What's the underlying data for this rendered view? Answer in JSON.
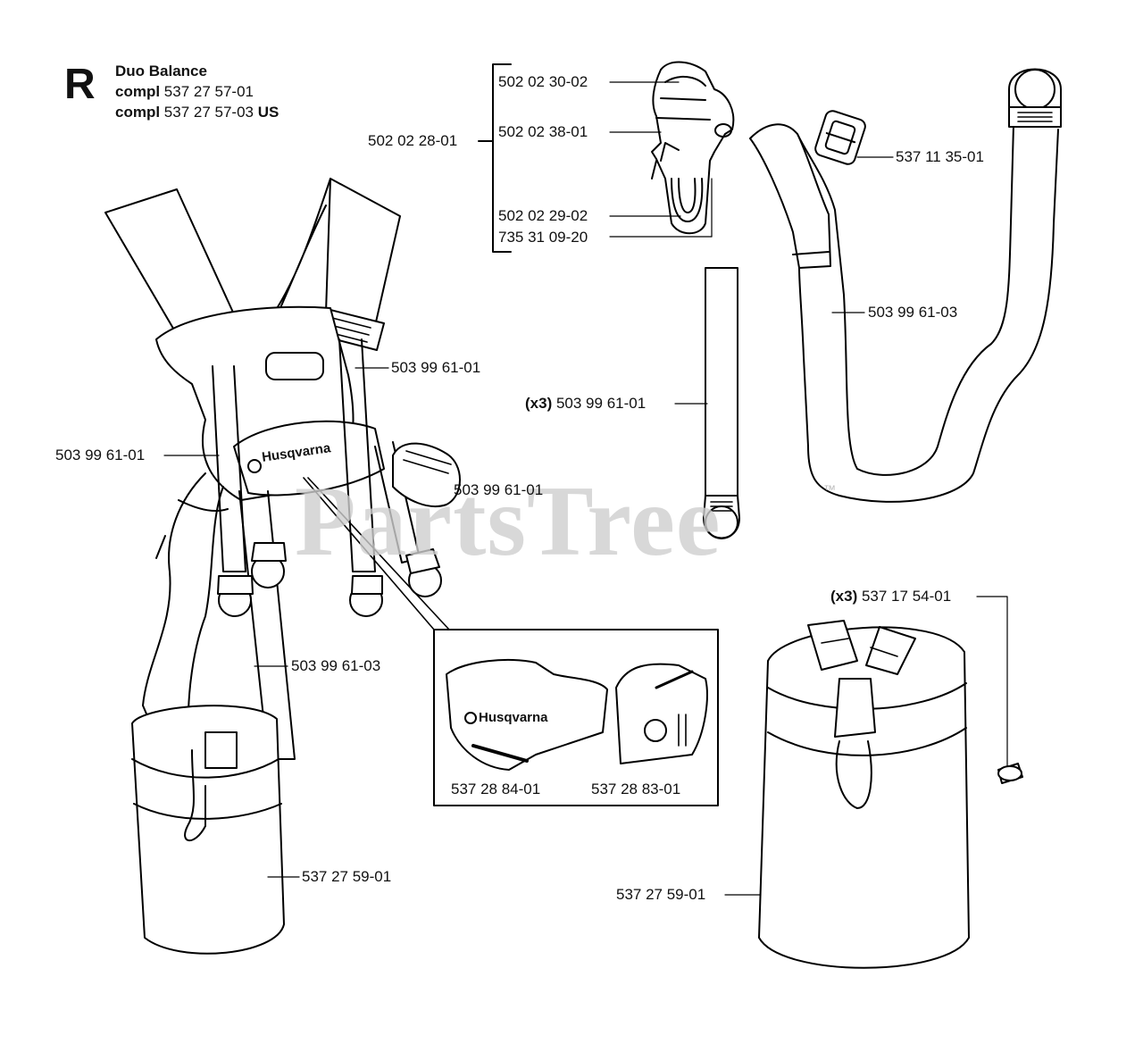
{
  "header": {
    "section_letter": "R",
    "title": "Duo Balance",
    "compl_word": "compl",
    "compl_1_number": "537 27 57-01",
    "compl_2_number": "537 27 57-03",
    "compl_2_suffix": "US"
  },
  "watermark": {
    "text": "PartsTree",
    "trademark": "™"
  },
  "logo_text": "Husqvarna",
  "qty_prefix": "(x3)",
  "callouts": {
    "clip_assembly": "502 02 28-01",
    "clip_cover": "502 02 30-02",
    "clip_pin": "502 02 38-01",
    "clip_hook": "502 02 29-02",
    "clip_spring": "735 31 09-20",
    "buckle": "537 11 35-01",
    "hip_strap": "503 99 61-03",
    "strap_single": "503 99 61-01",
    "left_shoulder_strap": "503 99 61-01",
    "right_shoulder_strap": "503 99 61-01",
    "side_strap": "503 99 61-01",
    "lower_strap": "503 99 61-03",
    "hip_pad_left": "537 27 59-01",
    "hip_pad_right": "537 27 59-01",
    "screw": "537 17 54-01",
    "detail_pad_left": "537 28 84-01",
    "detail_pad_right": "537 28 83-01"
  }
}
